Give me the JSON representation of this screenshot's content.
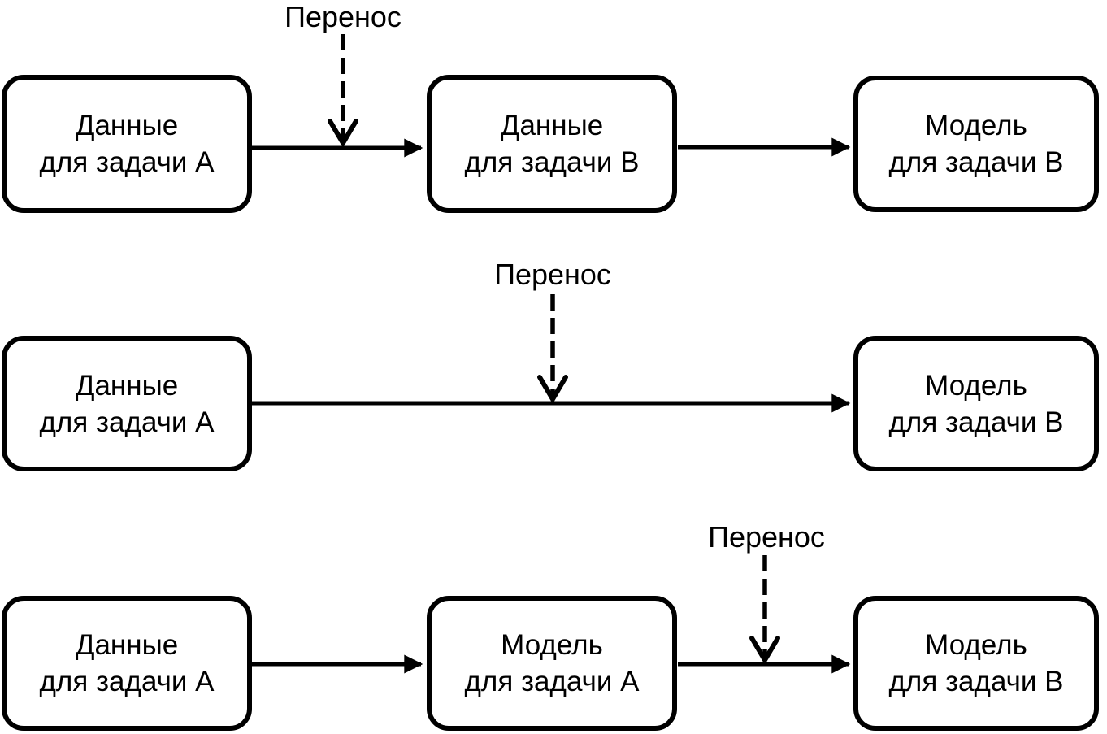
{
  "diagram": {
    "description": "Three transfer-learning schemes: data transfer, direct transfer, model transfer",
    "colors": {
      "background": "#ffffff",
      "line": "#000000",
      "box_fill": "#ffffff",
      "text": "#000000"
    },
    "rows": [
      {
        "transfer_label": "Перенос",
        "boxes": [
          {
            "line1": "Данные",
            "line2": "для задачи A"
          },
          {
            "line1": "Данные",
            "line2": "для задачи B"
          },
          {
            "line1": "Модель",
            "line2": "для задачи B"
          }
        ]
      },
      {
        "transfer_label": "Перенос",
        "boxes": [
          {
            "line1": "Данные",
            "line2": "для задачи A"
          },
          {
            "line1": "Модель",
            "line2": "для задачи B"
          }
        ]
      },
      {
        "transfer_label": "Перенос",
        "boxes": [
          {
            "line1": "Данные",
            "line2": "для задачи A"
          },
          {
            "line1": "Модель",
            "line2": "для задачи A"
          },
          {
            "line1": "Модель",
            "line2": "для задачи B"
          }
        ]
      }
    ]
  }
}
